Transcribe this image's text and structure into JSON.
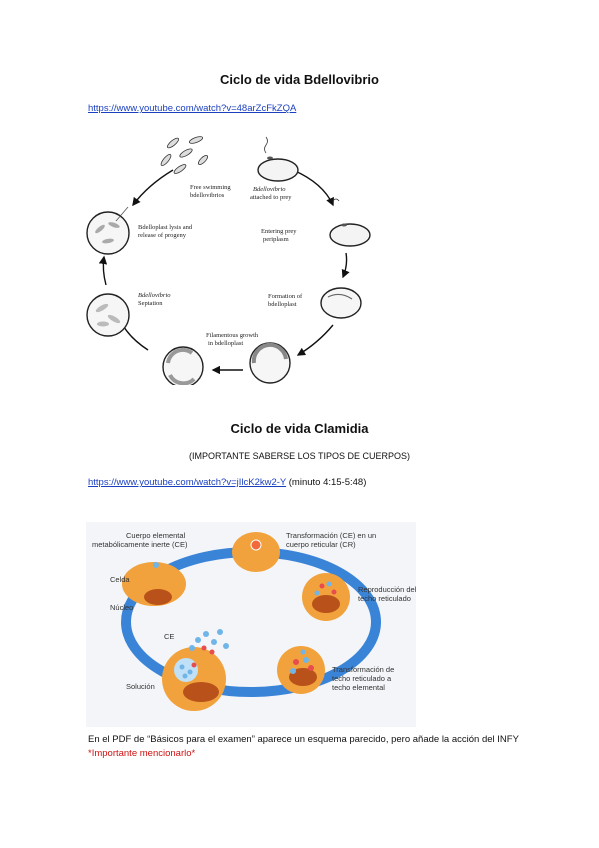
{
  "section1": {
    "title": "Ciclo de vida Bdellovibrio",
    "link": "https://www.youtube.com/watch?v=48arZcFkZQA",
    "figure_labels": {
      "free": [
        "Free swimming",
        "bdellovibrios"
      ],
      "attached": [
        "Bdellovibrio",
        "attached to prey"
      ],
      "entering": [
        "Entering prey",
        "periplasm"
      ],
      "formation": [
        "Formation of",
        "bdelloplast"
      ],
      "filament": [
        "Filamentous growth",
        "in bdelloplast"
      ],
      "septation": [
        "Bdellovibrio",
        "Septation"
      ],
      "lysis": [
        "Bdelloplast lysis and",
        "release of progeny"
      ]
    }
  },
  "section2": {
    "title": "Ciclo de vida Clamidia",
    "subtitle": "(IMPORTANTE SABERSE LOS TIPOS DE CUERPOS)",
    "link": "https://www.youtube.com/watch?v=jIlcK2kw2-Y",
    "link_note": "(minuto 4:15-5:48)",
    "figure_labels": {
      "ce_top": [
        "Cuerpo elemental",
        "metabólicamente inerte (CE)"
      ],
      "transform_ce": [
        "Transformación (CE) en un",
        "cuerpo reticular (CR)"
      ],
      "celda": "Celda",
      "nucleo": "Núcleo",
      "reproduccion": [
        "Reproducción del",
        "techo reticulado"
      ],
      "ce": "CE",
      "solucion": "Solución",
      "transform_techo": [
        "Transformación de",
        "techo reticulado a",
        "techo elemental"
      ]
    }
  },
  "paragraph": {
    "text": "En el PDF de “Básicos para el examen” aparece un esquema parecido, pero añade la acción del INFY",
    "highlight": "*Importante mencionarlo*"
  },
  "colors": {
    "link": "#1a3fbf",
    "highlight": "#d01010",
    "ring": "#3a84d8",
    "cell": "#f2a23c"
  }
}
